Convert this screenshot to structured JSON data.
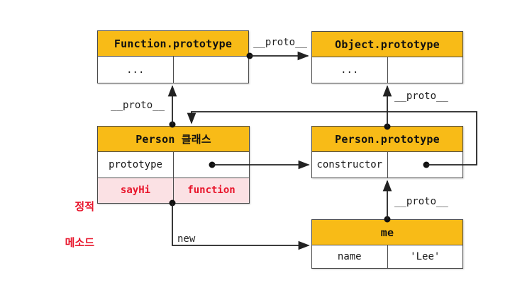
{
  "diagram": {
    "boxes": {
      "function_prototype": {
        "title": "Function.prototype",
        "rows": [
          {
            "key": "...",
            "value": ""
          }
        ]
      },
      "object_prototype": {
        "title": "Object.prototype",
        "rows": [
          {
            "key": "...",
            "value": ""
          }
        ]
      },
      "person_class": {
        "title": "Person 클래스",
        "rows": [
          {
            "key": "prototype",
            "value": ""
          },
          {
            "key": "sayHi",
            "value": "function"
          }
        ]
      },
      "person_prototype": {
        "title": "Person.prototype",
        "rows": [
          {
            "key": "constructor",
            "value": ""
          }
        ]
      },
      "me": {
        "title": "me",
        "rows": [
          {
            "key": "name",
            "value": "'Lee'"
          }
        ]
      }
    },
    "edge_labels": {
      "proto_function_to_object": "__proto__",
      "proto_person_to_function": "__proto__",
      "proto_personproto_to_objectproto": "__proto__",
      "proto_me_to_personproto": "__proto__",
      "new_edge": "new"
    },
    "annotation": {
      "line1": "정적",
      "line2": "메소드"
    },
    "colors": {
      "header_bg": "#F8BB17",
      "static_row_bg": "#FBE1E4",
      "accent_red": "#E8152B",
      "border": "#4A4A4A",
      "arrow": "#222222"
    }
  }
}
